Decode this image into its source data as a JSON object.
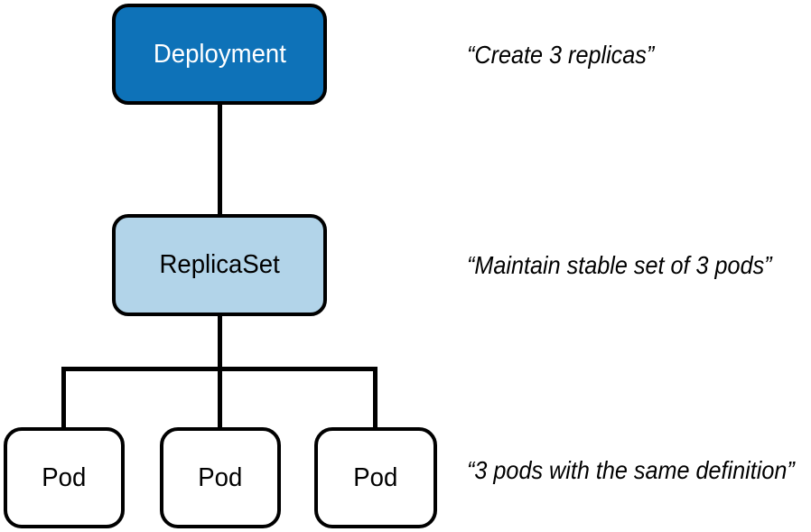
{
  "figure": {
    "nodes": {
      "deployment": {
        "label": "Deployment"
      },
      "replicaset": {
        "label": "ReplicaSet"
      },
      "pod1": {
        "label": "Pod"
      },
      "pod2": {
        "label": "Pod"
      },
      "pod3": {
        "label": "Pod"
      }
    },
    "annotations": {
      "deployment": "“Create 3 replicas”",
      "replicaset": "“Maintain stable set of 3 pods”",
      "pods": "“3 pods with the same definition”"
    },
    "colors": {
      "deployment_fill": "#0e72b8",
      "replicaset_fill": "#b2d4e9",
      "pod_fill": "#ffffff",
      "line_color": "#000000",
      "deployment_text": "#ffffff",
      "default_text": "#000000",
      "canvas_bg": "#ffffff"
    }
  }
}
